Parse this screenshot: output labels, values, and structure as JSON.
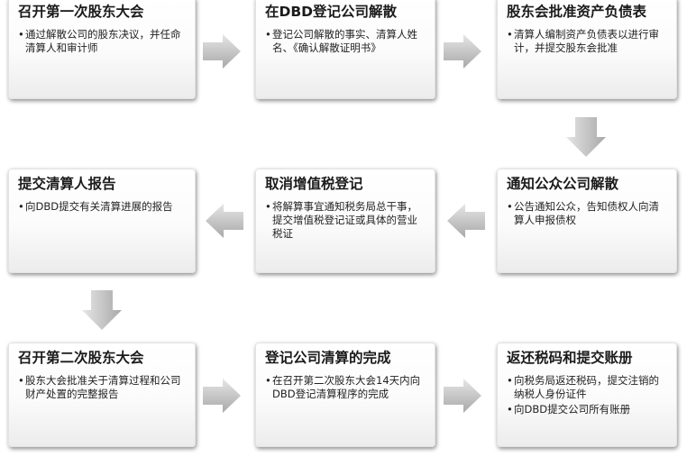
{
  "steps": [
    {
      "title": "召开第一次股东大会",
      "bullets": [
        "通过解散公司的股东决议，并任命清算人和审计师"
      ]
    },
    {
      "title": "在DBD登记公司解散",
      "bullets": [
        "登记公司解散的事实、清算人姓名、《确认解散证明书》"
      ]
    },
    {
      "title": "股东会批准资产负债表",
      "bullets": [
        "清算人编制资产负债表以进行审计，并提交股东会批准"
      ]
    },
    {
      "title": "提交清算人报告",
      "bullets": [
        "向DBD提交有关清算进展的报告"
      ]
    },
    {
      "title": "取消增值税登记",
      "bullets": [
        "将解算事宜通知税务局总干事，提交增值税登记证或具体的营业税证"
      ]
    },
    {
      "title": "通知公众公司解散",
      "bullets": [
        "公告通知公众，告知债权人向清算人申报债权"
      ]
    },
    {
      "title": "召开第二次股东大会",
      "bullets": [
        "股东大会批准关于清算过程和公司财产处置的完整报告"
      ]
    },
    {
      "title": "登记公司清算的完成",
      "bullets": [
        "在召开第二次股东大会14天内向DBD登记清算程序的完成"
      ]
    },
    {
      "title": "返还税码和提交账册",
      "bullets": [
        "向税务局返还税码，提交注销的纳税人身份证件",
        "向DBD提交公司所有账册"
      ]
    }
  ],
  "colors": {
    "arrow_light": "#e4e4e4",
    "arrow_dark": "#a6a6a6",
    "text": "#1b1b1b"
  }
}
